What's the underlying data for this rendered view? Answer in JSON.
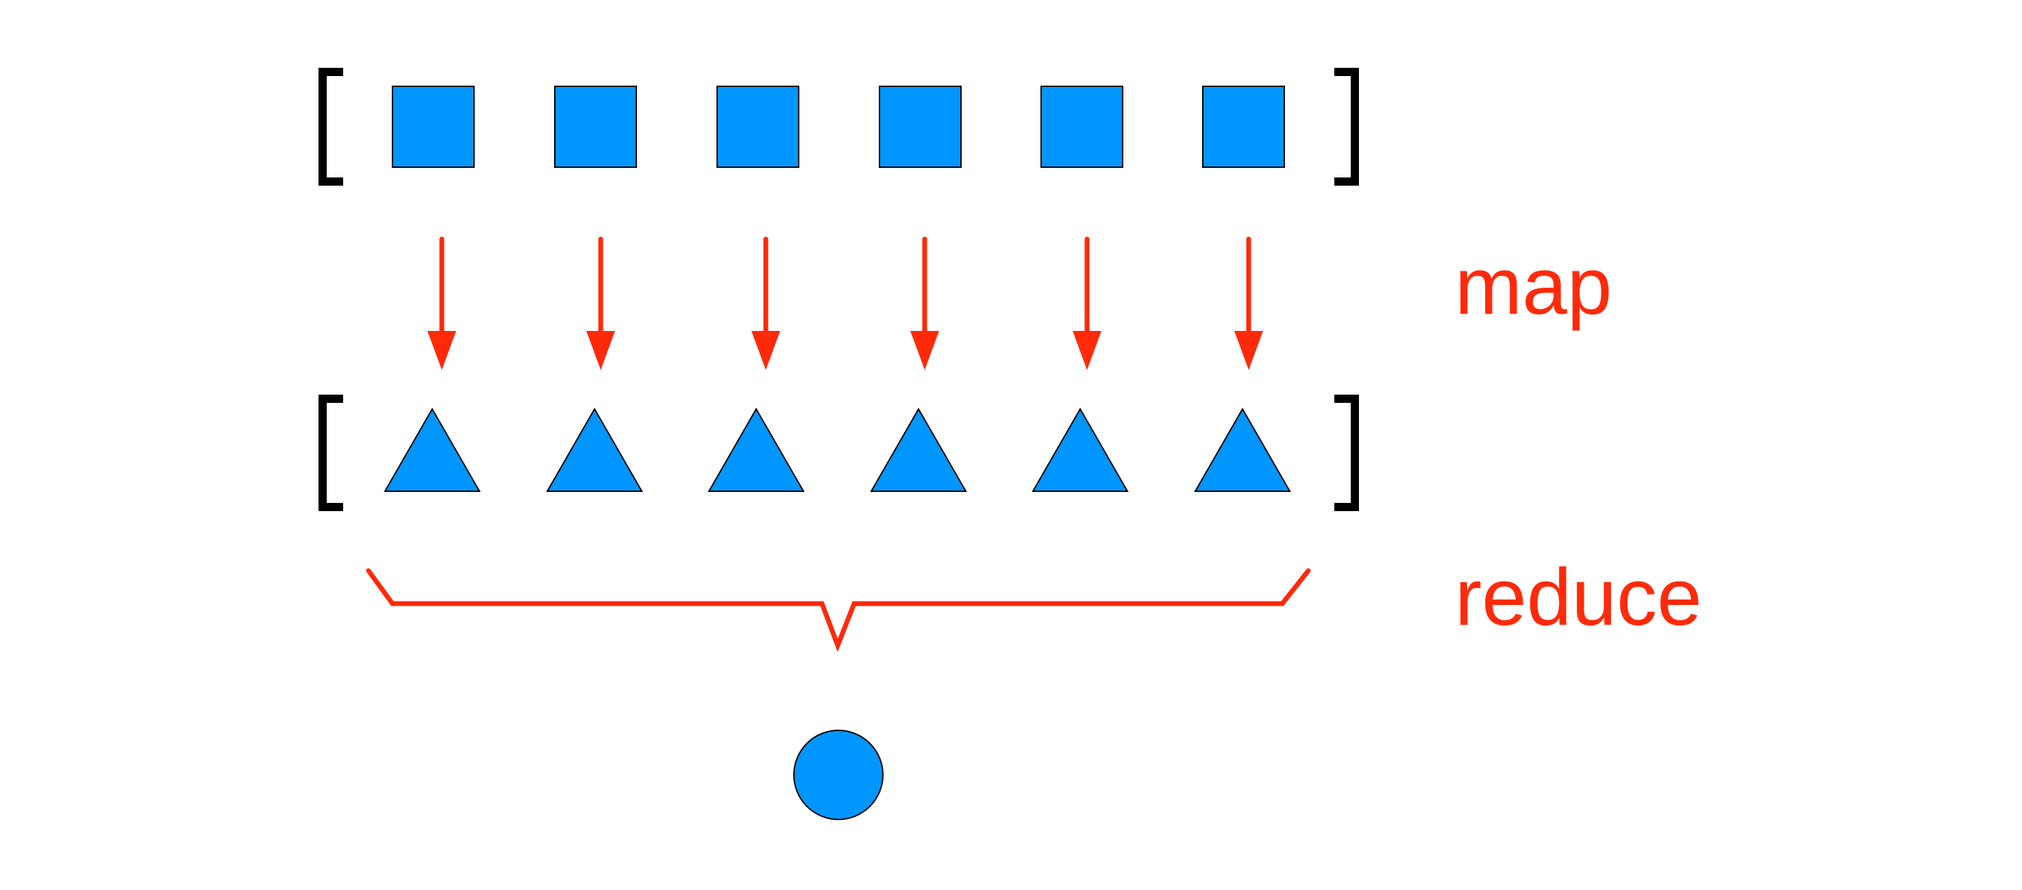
{
  "colors": {
    "shape_fill": "#0096FF",
    "shape_stroke": "#000000",
    "arrow": "#FF2A0A",
    "label": "#FF2A0A",
    "bracket": "#000000",
    "background": "#FFFFFF"
  },
  "input_list": {
    "element_shape": "square",
    "count": 6
  },
  "mapped_list": {
    "element_shape": "triangle",
    "count": 6
  },
  "result": {
    "element_shape": "circle"
  },
  "labels": {
    "map": "map",
    "reduce": "reduce"
  }
}
